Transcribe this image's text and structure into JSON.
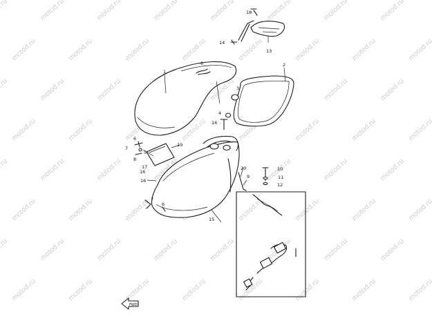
{
  "watermark_text": "motod.ru",
  "callouts": [
    "1",
    "2",
    "3",
    "4",
    "5",
    "6",
    "7",
    "8",
    "9",
    "10",
    "11",
    "12",
    "13",
    "14",
    "15",
    "16",
    "17",
    "18",
    "19",
    "20"
  ],
  "callout_duplicates": [
    "16",
    "6",
    "7",
    "6",
    "16"
  ],
  "front_marker": "FWD"
}
